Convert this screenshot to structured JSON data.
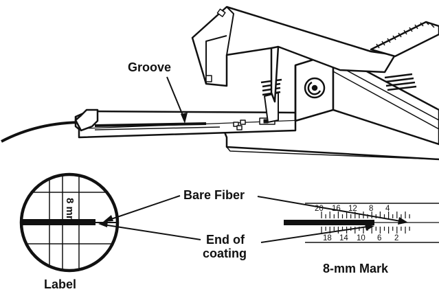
{
  "labels": {
    "groove": "Groove",
    "bare_fiber": "Bare Fiber",
    "end_of_coating_line1": "End of",
    "end_of_coating_line2": "coating",
    "mark_caption": "8-mm Mark",
    "label_caption": "Label",
    "circle_text": "8 mm"
  },
  "scale": {
    "top_numbers": [
      "20",
      "16",
      "12",
      "8",
      "4"
    ],
    "bottom_numbers": [
      "18",
      "14",
      "10",
      "6",
      "2"
    ]
  }
}
